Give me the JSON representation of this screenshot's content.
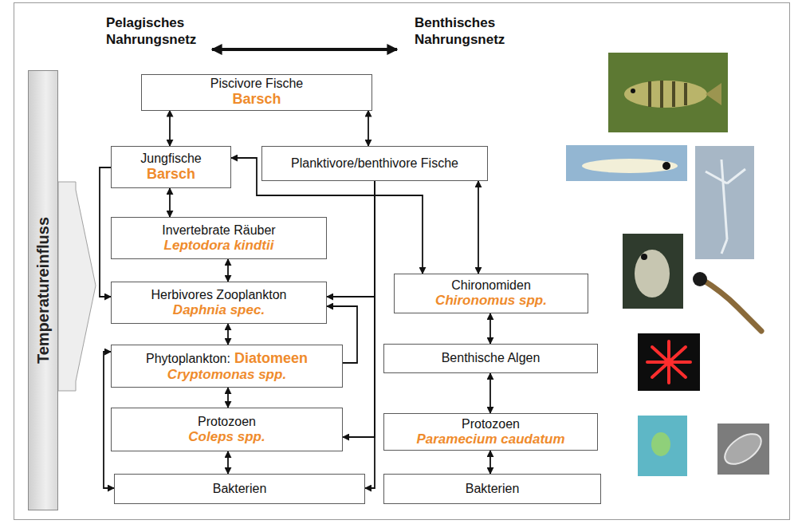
{
  "diagram": {
    "nodes": [
      {
        "text": [
          "Piscivore Fische",
          "Barsch"
        ]
      },
      {
        "text": [
          "Jungfische",
          "Barsch"
        ]
      },
      {
        "text": [
          "Planktivore/benthivore Fische"
        ]
      },
      {
        "text": [
          "Invertebrate Räuber",
          "Leptodora kindtii"
        ]
      },
      {
        "text": [
          "Herbivores Zooplankton",
          "Daphnia spec."
        ]
      },
      {
        "text": [
          "Chironomiden",
          "Chironomus spp."
        ]
      },
      {
        "text": [
          "Phytoplankton:",
          "Diatomeen",
          "Cryptomonas spp."
        ]
      },
      {
        "text": [
          "Benthische Algen"
        ]
      },
      {
        "text": [
          "Protozoen",
          "Coleps spp."
        ]
      },
      {
        "text": [
          "Protozoen",
          "Paramecium caudatum"
        ]
      },
      {
        "text": [
          "Bakterien"
        ]
      },
      {
        "text": [
          "Bakterien"
        ]
      },
      {
        "text": [
          "Temperatureinfluss"
        ]
      }
    ],
    "edges": [
      {
        "from": 0,
        "to": 1,
        "arrow": "both"
      },
      {
        "from": 0,
        "to": 2,
        "arrow": "both"
      },
      {
        "from": 1,
        "to": 3,
        "arrow": "both"
      },
      {
        "from": 3,
        "to": 4,
        "arrow": "both"
      },
      {
        "from": 4,
        "to": 6,
        "arrow": "both"
      },
      {
        "from": 6,
        "to": 8,
        "arrow": "both"
      },
      {
        "from": 8,
        "to": 10,
        "arrow": "both"
      },
      {
        "from": 2,
        "to": 5,
        "arrow": "both"
      },
      {
        "from": 5,
        "to": 7,
        "arrow": "both"
      },
      {
        "from": 7,
        "to": 9,
        "arrow": "both"
      },
      {
        "from": 9,
        "to": 11,
        "arrow": "both"
      },
      {
        "from": 1,
        "to": 5,
        "arrow": "both"
      },
      {
        "from": 1,
        "to": 4,
        "arrow": "to"
      },
      {
        "from": 2,
        "to": 4,
        "arrow": "to"
      },
      {
        "from": 2,
        "to": 8,
        "arrow": "to"
      },
      {
        "from": 2,
        "to": 10,
        "arrow": "to"
      },
      {
        "from": 6,
        "to": 4,
        "arrow": "to"
      },
      {
        "from": 6,
        "to": 10,
        "arrow": "both"
      }
    ],
    "labels": [
      "Pelagisches Nahrungsnetz",
      "Benthisches Nahrungsnetz"
    ]
  }
}
